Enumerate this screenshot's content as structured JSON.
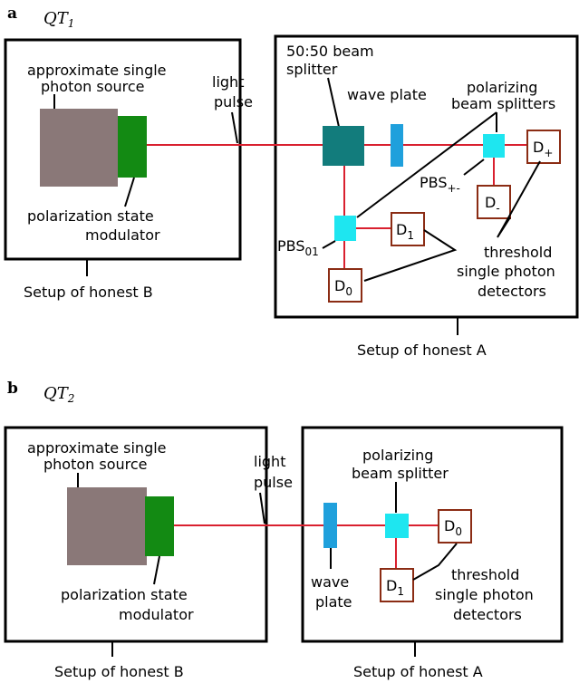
{
  "colors": {
    "beam": "#d9202f",
    "source": "#8a7878",
    "modulator": "#138a13",
    "beam_splitter": "#127c7c",
    "wave_plate": "#1fa0dc",
    "pbs": "#1ee6f0",
    "detector_border": "#8b2c14"
  },
  "panel_a": {
    "letter": "a",
    "title_main": "QT",
    "title_sub": "1",
    "source_label_1": "approximate single",
    "source_label_2": "photon source",
    "modulator_label_1": "polarization state",
    "modulator_label_2": "modulator",
    "setup_b": "Setup of honest B",
    "light_pulse_1": "light",
    "light_pulse_2": "pulse",
    "bs_label_1": "50:50 beam",
    "bs_label_2": "splitter",
    "wave_plate": "wave plate",
    "pbs_label_1": "polarizing",
    "pbs_label_2": "beam splitters",
    "pbs_pm_main": "PBS",
    "pbs_pm_sub": "+-",
    "pbs_01_main": "PBS",
    "pbs_01_sub": "01",
    "det_plus_main": "D",
    "det_plus_sub": "+",
    "det_minus_main": "D",
    "det_minus_sub": "-",
    "det_1_main": "D",
    "det_1_sub": "1",
    "det_0_main": "D",
    "det_0_sub": "0",
    "threshold_1": "threshold",
    "threshold_2": "single photon",
    "threshold_3": "detectors",
    "setup_a": "Setup of honest A"
  },
  "panel_b": {
    "letter": "b",
    "title_main": "QT",
    "title_sub": "2",
    "source_label_1": "approximate single",
    "source_label_2": "photon source",
    "modulator_label_1": "polarization state",
    "modulator_label_2": "modulator",
    "setup_b": "Setup of honest B",
    "light_pulse_1": "light",
    "light_pulse_2": "pulse",
    "wave_plate_1": "wave",
    "wave_plate_2": "plate",
    "pbs_label_1": "polarizing",
    "pbs_label_2": "beam splitter",
    "det_0_main": "D",
    "det_0_sub": "0",
    "det_1_main": "D",
    "det_1_sub": "1",
    "threshold_1": "threshold",
    "threshold_2": "single photon",
    "threshold_3": "detectors",
    "setup_a": "Setup of honest A"
  }
}
